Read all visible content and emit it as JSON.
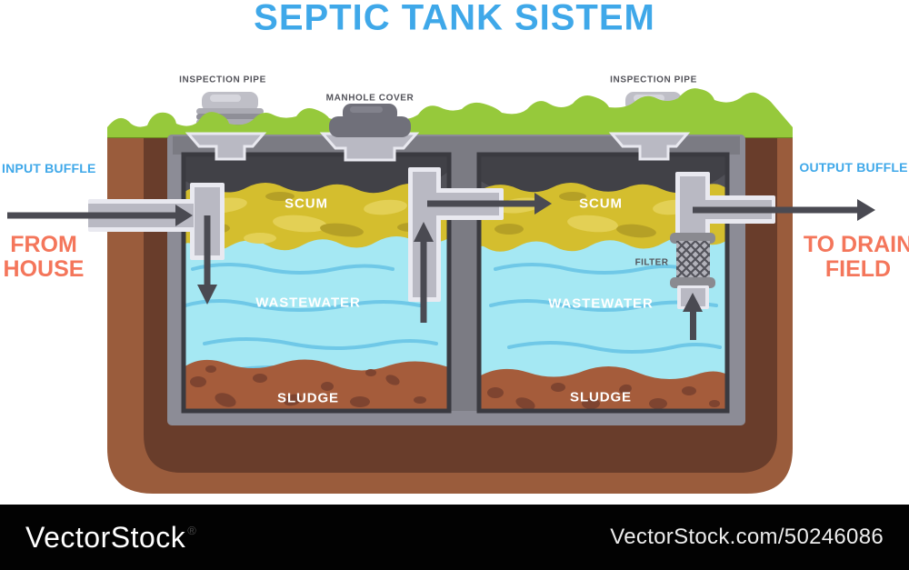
{
  "title": "SEPTIC TANK SISTEM",
  "component_labels": {
    "inspection_pipe": "INSPECTION PIPE",
    "manhole_cover": "MANHOLE COVER",
    "input_buffle": "INPUT BUFFLE",
    "output_buffle": "OUTPUT BUFFLE",
    "filter": "FILTER"
  },
  "flow_labels": {
    "from_house_line1": "FROM",
    "from_house_line2": "HOUSE",
    "to_drain_line1": "TO DRAIN",
    "to_drain_line2": "FIELD"
  },
  "layer_labels": {
    "scum": "SCUM",
    "wastewater": "WASTEWATER",
    "sludge": "SLUDGE"
  },
  "watermark": {
    "logo": "VectorStock",
    "registered": "®",
    "url": "VectorStock.com/50246086"
  },
  "colors": {
    "title_blue": "#3FA8E9",
    "label_gray": "#53535A",
    "flow_orange": "#F4765B",
    "grass_green": "#96C93B",
    "earth_brown": "#9A5C3C",
    "earth_dark_band": "#693D2B",
    "tank_gray": "#8C8C96",
    "tank_interior_dark": "#515158",
    "scum_yellow": "#D4BE2E",
    "wastewater_blue": "#A5E8F3",
    "sludge_brown": "#A55C3B",
    "pipe_gray": "#B9B9C3",
    "pipe_outline": "#E9E9F0",
    "arrow_dark": "#4A4A52",
    "watermark_bg": "#020202"
  }
}
